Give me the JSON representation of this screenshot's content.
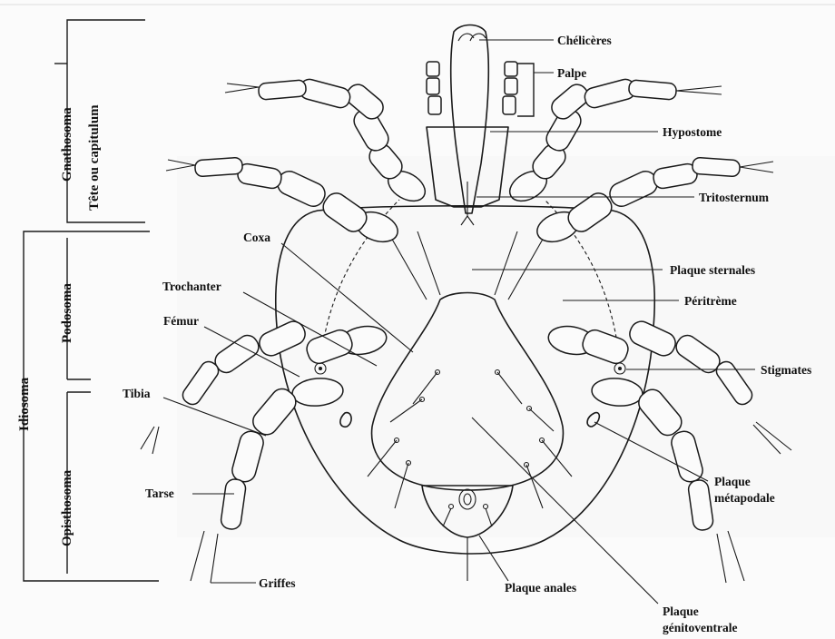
{
  "labels": {
    "cheliceres": "Chélicères",
    "palpe": "Palpe",
    "hypostome": "Hypostome",
    "tritosternum": "Tritosternum",
    "coxa": "Coxa",
    "plaque_sternales": "Plaque sternales",
    "trochanter": "Trochanter",
    "peritreme": "Péritrème",
    "femur": "Fémur",
    "stigmates": "Stigmates",
    "tibia": "Tibia",
    "tarse": "Tarse",
    "plaque_metapodale_1": "Plaque",
    "plaque_metapodale_2": "métapodale",
    "griffes": "Griffes",
    "plaque_anales": "Plaque anales",
    "plaque_genito_1": "Plaque",
    "plaque_genito_2": "génitoventrale"
  },
  "regions": {
    "gnathosoma": "Gnathosoma",
    "tete": "Tête ou capitulum",
    "idiosoma": "Idiosoma",
    "podosoma": "Podosoma",
    "opisthosoma": "Opisthosoma"
  }
}
